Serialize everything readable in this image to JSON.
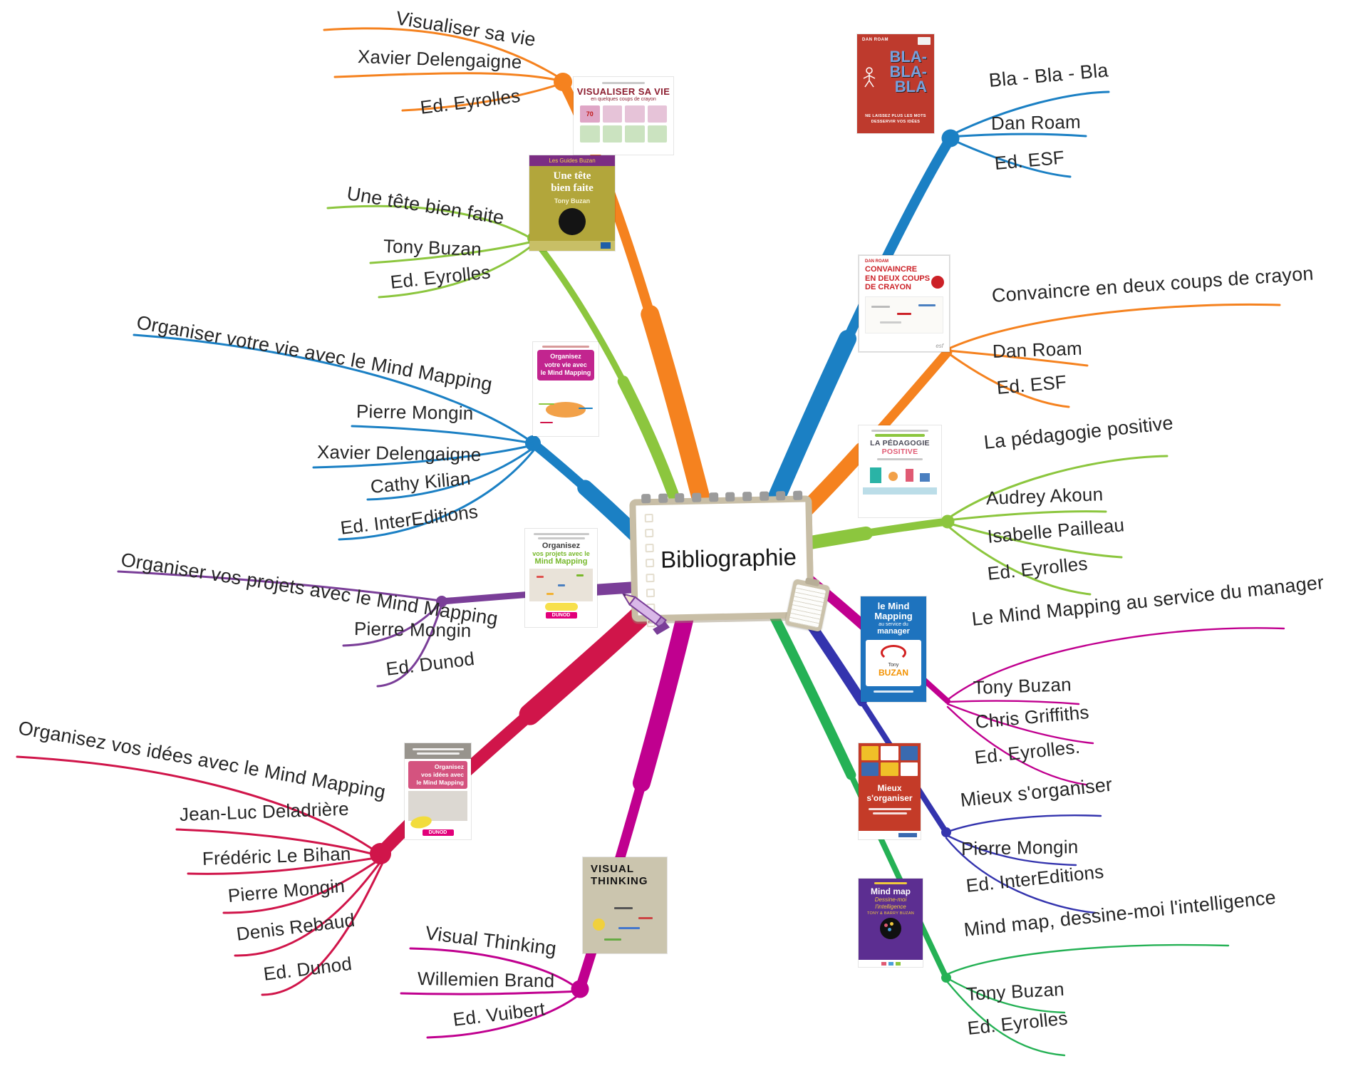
{
  "center": {
    "title": "Bibliographie"
  },
  "branches": [
    {
      "id": "visualiser",
      "color": "#F5821F",
      "title": "Visualiser sa vie",
      "items": [
        "Xavier Delengaigne",
        "Ed. Eyrolles"
      ]
    },
    {
      "id": "tete",
      "color": "#8CC63E",
      "title": "Une tête bien faite",
      "items": [
        "Tony Buzan",
        "Ed. Eyrolles"
      ]
    },
    {
      "id": "vie",
      "color": "#1B80C4",
      "title": "Organiser votre vie avec le Mind Mapping",
      "items": [
        "Pierre Mongin",
        "Xavier Delengaigne",
        "Cathy Kilian",
        "Ed. InterEditions"
      ]
    },
    {
      "id": "projets",
      "color": "#7A3E98",
      "title": "Organiser vos projets avec le Mind Mapping",
      "items": [
        "Pierre Mongin",
        "Ed. Dunod"
      ]
    },
    {
      "id": "idees",
      "color": "#D0154A",
      "title": "Organisez vos idées avec le Mind Mapping",
      "items": [
        "Jean-Luc Deladrière",
        "Frédéric Le Bihan",
        "Pierre Mongin",
        "Denis Rebaud",
        "Ed. Dunod"
      ]
    },
    {
      "id": "visual-thinking",
      "color": "#C0008F",
      "title": "Visual Thinking",
      "items": [
        "Willemien Brand",
        "Ed. Vuibert"
      ]
    },
    {
      "id": "bla",
      "color": "#1B80C4",
      "title": "Bla - Bla - Bla",
      "items": [
        "Dan Roam",
        "Ed. ESF"
      ]
    },
    {
      "id": "convaincre",
      "color": "#F5821F",
      "title": "Convaincre en deux coups de crayon",
      "items": [
        "Dan Roam",
        "Ed. ESF"
      ]
    },
    {
      "id": "pedagogie",
      "color": "#8CC63E",
      "title": "La pédagogie positive",
      "items": [
        "Audrey Akoun",
        "Isabelle Pailleau",
        "Ed. Eyrolles"
      ]
    },
    {
      "id": "manager",
      "color": "#C0008F",
      "title": "Le Mind Mapping au service du manager",
      "items": [
        "Tony Buzan",
        "Chris Griffiths",
        "Ed. Eyrolles."
      ]
    },
    {
      "id": "mieux",
      "color": "#3434AE",
      "title": "Mieux s'organiser",
      "items": [
        "Pierre Mongin",
        "Ed. InterEditions"
      ]
    },
    {
      "id": "mindmap",
      "color": "#25B155",
      "title": "Mind map, dessine-moi l'intelligence",
      "items": [
        "Tony Buzan",
        "Ed. Eyrolles"
      ]
    }
  ],
  "covers": {
    "visualiser": {
      "bg": "#ffffff",
      "title": "VISUALISER SA VIE",
      "subtitle": "en quelques coups de crayon",
      "badge": "70"
    },
    "tete": {
      "bg": "#b2a63b",
      "band": "Les Guides Buzan",
      "title_1": "Une tête",
      "title_2": "bien faite",
      "author": "Tony Buzan"
    },
    "vie": {
      "bg": "#ffffff",
      "title_1": "Organisez",
      "title_2": "votre vie avec",
      "title_3": "le Mind Mapping"
    },
    "projets": {
      "bg": "#ffffff",
      "title_1": "Organisez",
      "title_2": "vos projets avec le",
      "title_3": "Mind Mapping",
      "logo": "DUNOD"
    },
    "idees": {
      "bg": "#ffffff",
      "title_1": "Organisez",
      "title_2": "vos idées avec",
      "title_3": "le Mind Mapping",
      "logo": "DUNOD"
    },
    "visual_thinking": {
      "bg": "#cbc5ae",
      "title_1": "VISUAL",
      "title_2": "THINKING"
    },
    "bla": {
      "bg": "#be3a2d",
      "author": "DAN ROAM",
      "title_1": "BLA-",
      "title_2": "BLA-",
      "title_3": "BLA",
      "tagline_1": "NE LAISSEZ PLUS LES MOTS",
      "tagline_2": "DESSERVIR VOS IDÉES"
    },
    "convaincre": {
      "bg": "#ffffff",
      "author": "DAN ROAM",
      "title_1": "CONVAINCRE",
      "title_2": "EN DEUX COUPS",
      "title_3": "DE CRAYON",
      "logo": "esf"
    },
    "pedagogie": {
      "bg": "#ffffff",
      "title_1": "LA PÉDAGOGIE",
      "title_2": "POSITIVE"
    },
    "manager": {
      "bg": "#1e73be",
      "title_1": "le Mind Mapping",
      "title_2": "au service du",
      "title_3": "manager",
      "author": "Tony",
      "author_2": "BUZAN"
    },
    "mieux": {
      "bg": "#c43b28",
      "title_1": "Mieux",
      "title_2": "s'organiser"
    },
    "mindmap": {
      "bg": "#5c2e91",
      "title_1": "Mind map",
      "title_2": "Dessine-moi l'intelligence",
      "author": "TONY & BARRY BUZAN"
    }
  }
}
